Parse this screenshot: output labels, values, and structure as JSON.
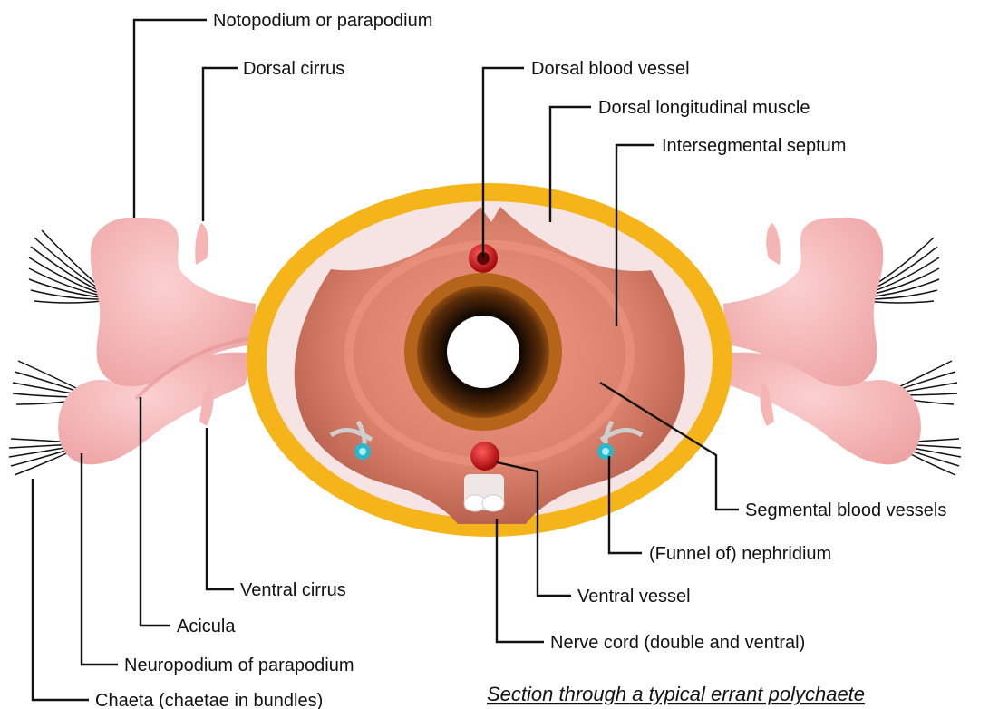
{
  "caption": "Section through a typical errant polychaete",
  "labels": {
    "notopodium": "Notopodium or parapodium",
    "dorsal_cirrus": "Dorsal cirrus",
    "dorsal_blood_vessel": "Dorsal blood vessel",
    "dorsal_longitudinal_muscle": "Dorsal longitudinal muscle",
    "intersegmental_septum": "Intersegmental septum",
    "segmental_blood_vessels": "Segmental blood vessels",
    "nephridium": "(Funnel of) nephridium",
    "ventral_vessel": "Ventral vessel",
    "nerve_cord": "Nerve cord (double and ventral)",
    "ventral_cirrus": "Ventral cirrus",
    "acicula": "Acicula",
    "neuropodium": "Neuropodium of parapodium",
    "chaeta": "Chaeta (chaetae in bundles)"
  },
  "colors": {
    "cuticle": "#f5b51a",
    "epidermis": "#f6e3e3",
    "coelom": "#d9806b",
    "gut_ring": "#b5651a",
    "parapodium": "#f5b5b5",
    "blood_vessel": "#d01a1a",
    "nephridium": "#2ab7c9",
    "nerve_cord": "#ffffff",
    "chaetae": "#111111"
  }
}
